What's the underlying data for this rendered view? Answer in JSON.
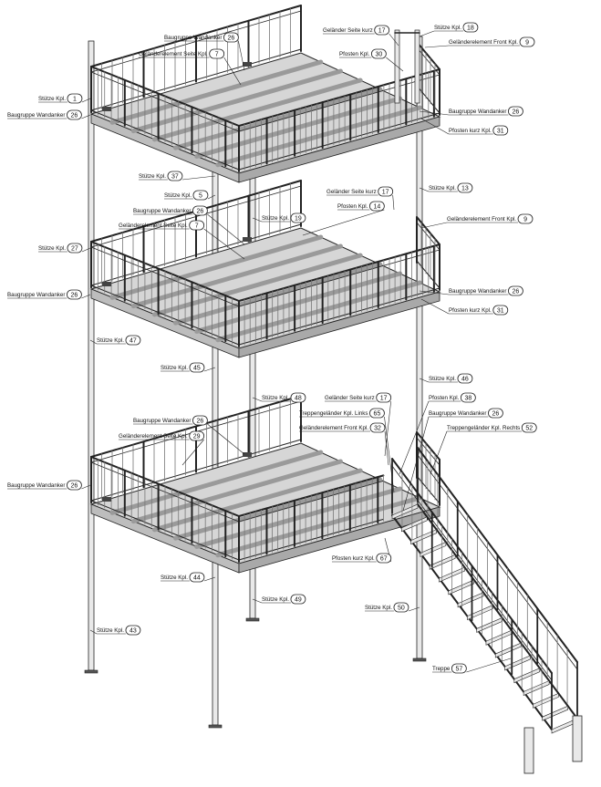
{
  "callouts": [
    {
      "text": "Baugruppe Wandanker",
      "num": "26"
    },
    {
      "text": "Geländerelement Seite Kpl.",
      "num": "7"
    },
    {
      "text": "Stütze Kpl.",
      "num": "1"
    },
    {
      "text": "Baugruppe Wandanker",
      "num": "26"
    },
    {
      "text": "Geländer Seite kurz",
      "num": "17"
    },
    {
      "text": "Stütze Kpl.",
      "num": "18"
    },
    {
      "text": "Geländerelement Front Kpl.",
      "num": "9"
    },
    {
      "text": "Pfosten Kpl.",
      "num": "30"
    },
    {
      "text": "Baugruppe Wandanker",
      "num": "26"
    },
    {
      "text": "Pfosten kurz Kpl.",
      "num": "31"
    },
    {
      "text": "Stütze Kpl.",
      "num": "37"
    },
    {
      "text": "Stütze Kpl.",
      "num": "5"
    },
    {
      "text": "Stütze Kpl.",
      "num": "13"
    },
    {
      "text": "Geländer Seite kurz",
      "num": "17"
    },
    {
      "text": "Pfosten Kpl.",
      "num": "14"
    },
    {
      "text": "Baugruppe Wandanker",
      "num": "26"
    },
    {
      "text": "Stütze Kpl.",
      "num": "19"
    },
    {
      "text": "Geländerelement Front Kpl.",
      "num": "9"
    },
    {
      "text": "Geländerelement Seite Kpl.",
      "num": "7"
    },
    {
      "text": "Stütze Kpl.",
      "num": "27"
    },
    {
      "text": "Baugruppe Wandanker",
      "num": "26"
    },
    {
      "text": "Baugruppe Wandanker",
      "num": "26"
    },
    {
      "text": "Pfosten kurz Kpl.",
      "num": "31"
    },
    {
      "text": "Stütze Kpl.",
      "num": "47"
    },
    {
      "text": "Stütze Kpl.",
      "num": "45"
    },
    {
      "text": "Stütze Kpl.",
      "num": "46"
    },
    {
      "text": "Stütze Kpl.",
      "num": "48"
    },
    {
      "text": "Geländer Seite kurz",
      "num": "17"
    },
    {
      "text": "Pfosten Kpl.",
      "num": "38"
    },
    {
      "text": "Baugruppe Wandanker",
      "num": "26"
    },
    {
      "text": "Treppengeländer Kpl. Links",
      "num": "65"
    },
    {
      "text": "Baugruppe Wandanker",
      "num": "26"
    },
    {
      "text": "Treppengeländer Kpl. Rechts",
      "num": "52"
    },
    {
      "text": "Geländerelement Front Kpl.",
      "num": "32"
    },
    {
      "text": "Geländerelement Seite Kpl.",
      "num": "29"
    },
    {
      "text": "Baugruppe Wandanker",
      "num": "26"
    },
    {
      "text": "Pfosten kurz Kpl.",
      "num": "67"
    },
    {
      "text": "Stütze Kpl.",
      "num": "44"
    },
    {
      "text": "Stütze Kpl.",
      "num": "49"
    },
    {
      "text": "Stütze Kpl.",
      "num": "50"
    },
    {
      "text": "Stütze Kpl.",
      "num": "43"
    },
    {
      "text": "Treppe",
      "num": "57"
    }
  ],
  "colors": {
    "line": "#222222",
    "light": "#777777",
    "deck": "#d6d6d6",
    "steel": "#e9e9e9"
  }
}
